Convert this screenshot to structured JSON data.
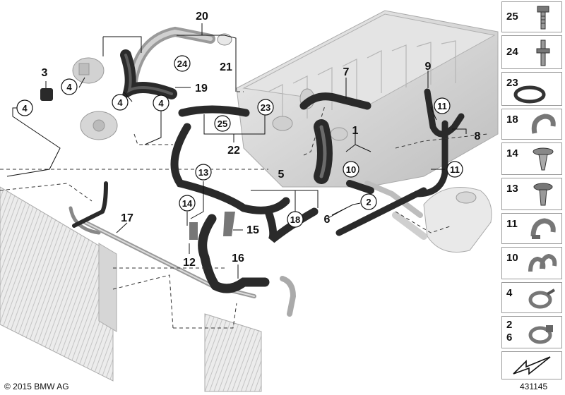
{
  "callouts": {
    "c20": "20",
    "c24": "24",
    "c21": "21",
    "c19": "19",
    "c3": "3",
    "c4a": "4",
    "c4b": "4",
    "c4c": "4",
    "c4d": "4",
    "c7": "7",
    "c9": "9",
    "c23": "23",
    "c25": "25",
    "c22": "22",
    "c1": "1",
    "c11a": "11",
    "c11b": "11",
    "c8": "8",
    "c10": "10",
    "c5": "5",
    "c13": "13",
    "c14": "14",
    "c2": "2",
    "c6": "6",
    "c18": "18",
    "c17": "17",
    "c15": "15",
    "c12": "12",
    "c16": "16"
  },
  "legend": [
    {
      "label": "25",
      "icon": "bolt-icon"
    },
    {
      "label": "24",
      "icon": "stud-bolt-icon"
    },
    {
      "label": "23",
      "icon": "sealing-ring-icon"
    },
    {
      "label": "18",
      "icon": "hose-clip-icon"
    },
    {
      "label": "14",
      "icon": "expanding-rivet-icon"
    },
    {
      "label": "13",
      "icon": "push-rivet-icon"
    },
    {
      "label": "11",
      "icon": "hose-clamp-bracket-icon"
    },
    {
      "label": "10",
      "icon": "double-hose-clip-icon"
    },
    {
      "label": "4",
      "icon": "spring-band-clamp-icon"
    },
    {
      "label": "2\n6",
      "icon": "hose-clamp-icon"
    }
  ],
  "footer": {
    "copyright": "© 2015 BMW AG",
    "diagram_number": "431145"
  },
  "colors": {
    "hose": "#2a2a2a",
    "hose_highlight": "#6b6b6b",
    "engine_light": "#dadada",
    "engine_mid": "#b9b9b9",
    "leader": "#111111"
  }
}
